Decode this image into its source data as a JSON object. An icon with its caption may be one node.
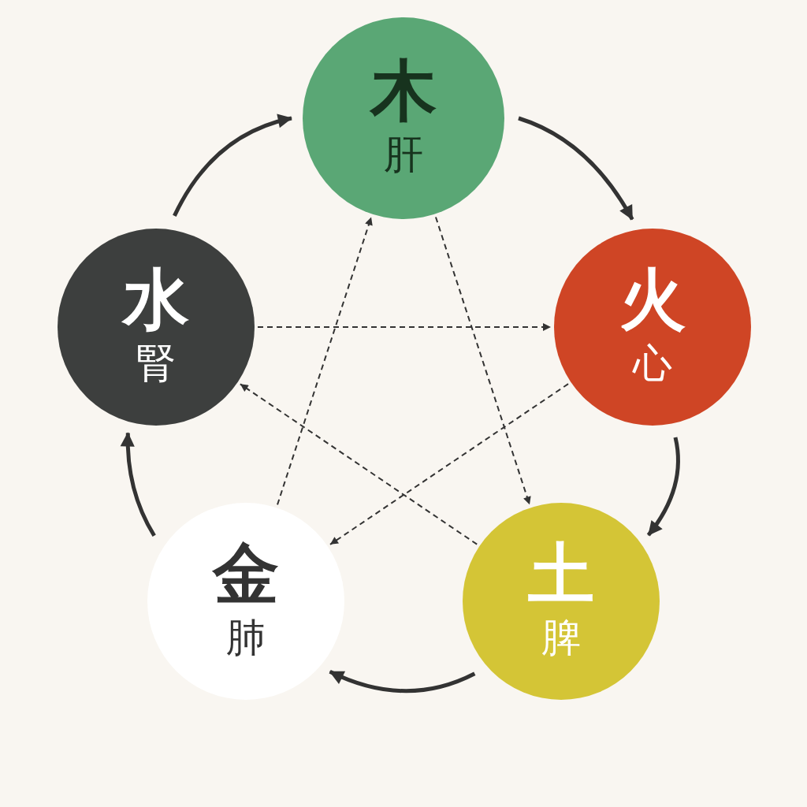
{
  "diagram": {
    "nodes": [
      {
        "text": [
          "木",
          "肝"
        ]
      },
      {
        "text": [
          "火",
          "心"
        ]
      },
      {
        "text": [
          "土",
          "脾"
        ]
      },
      {
        "text": [
          "金",
          "肺"
        ]
      },
      {
        "text": [
          "水",
          "腎"
        ]
      }
    ],
    "edges": [
      {
        "from": 0,
        "to": 1,
        "arrow": "to",
        "style": "thick"
      },
      {
        "from": 1,
        "to": 2,
        "arrow": "to",
        "style": "thick"
      },
      {
        "from": 2,
        "to": 3,
        "arrow": "to",
        "style": "thick"
      },
      {
        "from": 3,
        "to": 4,
        "arrow": "to",
        "style": "thick"
      },
      {
        "from": 4,
        "to": 0,
        "arrow": "to",
        "style": "thick"
      },
      {
        "from": 0,
        "to": 2,
        "arrow": "to",
        "style": "dashed"
      },
      {
        "from": 1,
        "to": 3,
        "arrow": "to",
        "style": "dashed"
      },
      {
        "from": 2,
        "to": 4,
        "arrow": "to",
        "style": "dashed"
      },
      {
        "from": 3,
        "to": 0,
        "arrow": "to",
        "style": "dashed"
      },
      {
        "from": 4,
        "to": 1,
        "arrow": "to",
        "style": "dashed"
      }
    ]
  }
}
